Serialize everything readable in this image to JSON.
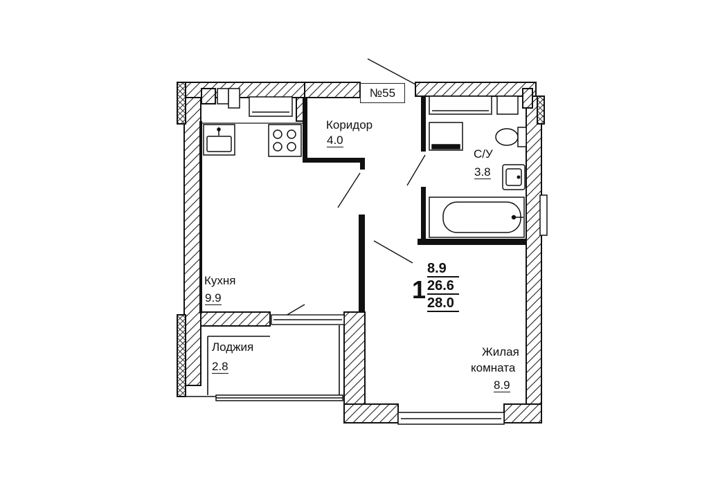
{
  "plan": {
    "apartment_badge": "№55",
    "apartment_type": "1",
    "apartment_areas": [
      "8.9",
      "26.6",
      "28.0"
    ]
  },
  "rooms": {
    "corridor": {
      "name": "Коридор",
      "area": "4.0"
    },
    "bathroom": {
      "name": "С/У",
      "area": "3.8"
    },
    "kitchen": {
      "name": "Кухня",
      "area": "9.9"
    },
    "loggia": {
      "name": "Лоджия",
      "area": "2.8"
    },
    "living_room": {
      "name_line1": "Жилая",
      "name_line2": "комната",
      "area": "8.9"
    }
  },
  "icons": [
    "sink-icon",
    "stove-icon",
    "toilet-icon",
    "washbasin-icon",
    "bathtub-icon",
    "washing-machine-icon"
  ]
}
